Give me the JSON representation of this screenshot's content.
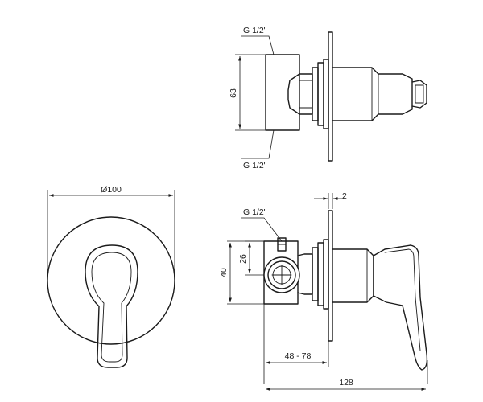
{
  "labels": {
    "thread_top": "G 1/2\"",
    "thread_bottom": "G 1/2\"",
    "thread_front": "G 1/2\"",
    "dim_63": "63",
    "dim_100": "Ø100",
    "dim_2": "2",
    "dim_40": "40",
    "dim_26": "26",
    "dim_48_78": "48 - 78",
    "dim_128": "128"
  }
}
